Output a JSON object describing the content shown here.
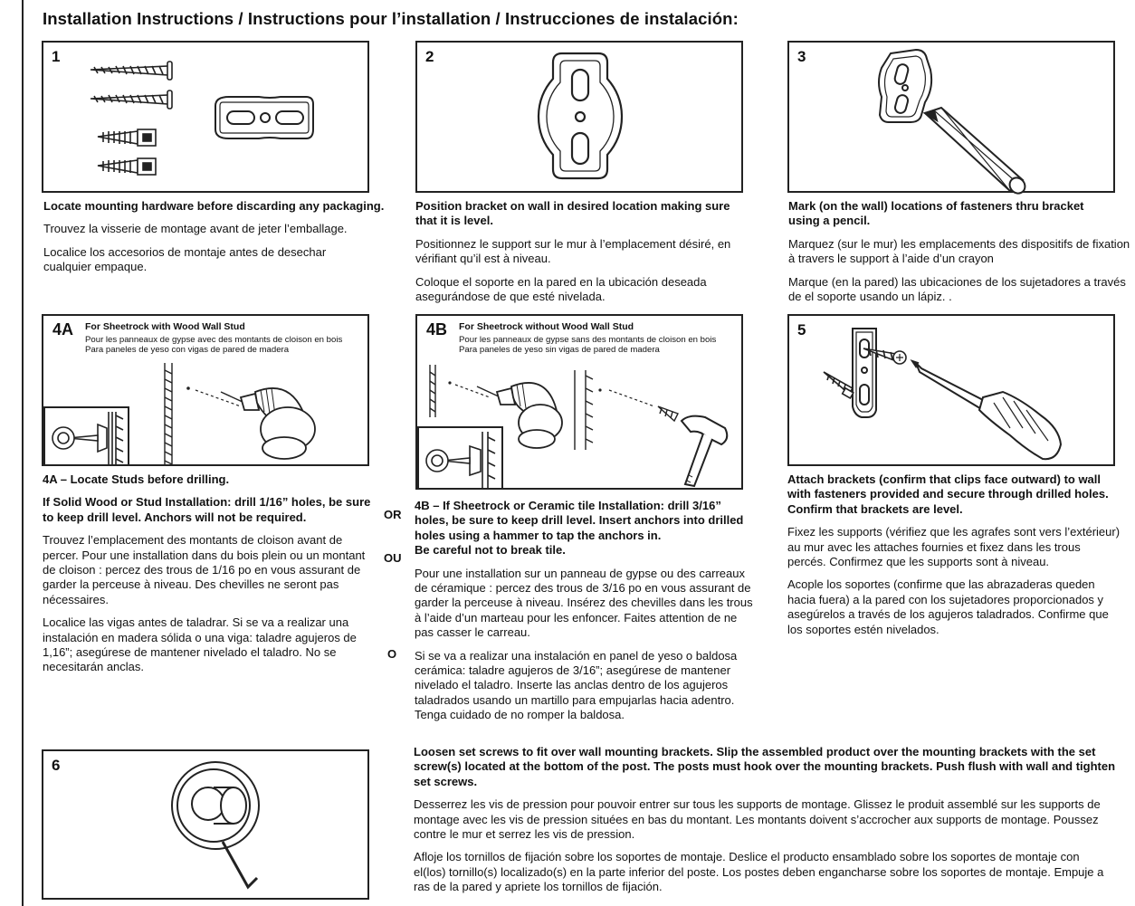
{
  "title": "Installation Instructions / Instructions pour l’installation / Instrucciones de instalación:",
  "panels": {
    "p1": {
      "number": "1"
    },
    "p2": {
      "number": "2"
    },
    "p3": {
      "number": "3"
    },
    "p4a": {
      "number": "4A",
      "title": "For Sheetrock with Wood Wall Stud",
      "sub_fr": "Pour les panneaux de gypse avec des montants de cloison en bois",
      "sub_es": "Para paneles de yeso con vigas de pared de madera"
    },
    "p4b": {
      "number": "4B",
      "title": "For Sheetrock without Wood Wall Stud",
      "sub_fr": "Pour les panneaux de gypse sans des montants de cloison en bois",
      "sub_es": "Para paneles de yeso sin vigas de pared de madera"
    },
    "p5": {
      "number": "5"
    },
    "p6": {
      "number": "6"
    }
  },
  "steps": {
    "s1": {
      "en": "Locate mounting hardware before discarding any packaging.",
      "fr": "Trouvez la visserie de montage avant de jeter l’emballage.",
      "es": "Localice los accesorios de montaje antes de desechar cualquier empaque."
    },
    "s2": {
      "en": "Position bracket on wall in desired location making sure that it is level.",
      "fr": "Positionnez le support sur le mur à l’emplacement désiré, en vérifiant qu’il est à niveau.",
      "es": "Coloque el soporte en la pared en la ubicación deseada asegurándose de que esté nivelada."
    },
    "s3": {
      "en": "Mark (on the wall) locations of fasteners thru bracket using a pencil.",
      "fr": "Marquez (sur le mur) les emplacements des dispositifs de fixation à travers le support à l’aide d’un crayon",
      "es": "Marque (en la pared) las ubicaciones de los sujetadores a través de el soporte usando un lápiz. ."
    },
    "s4a": {
      "head": "4A – Locate Studs before drilling.",
      "en": "If Solid Wood or Stud Installation: drill 1/16” holes, be sure to keep drill level. Anchors will not be required.",
      "fr": "Trouvez l’emplacement des montants de cloison avant de percer. Pour une installation dans du bois plein ou un montant de cloison : percez des trous de 1/16 po en vous assurant de garder la perceuse à niveau. Des chevilles ne seront pas nécessaires.",
      "es": "Localice las vigas antes de taladrar. Si se va a realizar una instalación en madera sólida o una viga: taladre agujeros de 1,16”; asegúrese de mantener nivelado el taladro. No se necesitarán anclas."
    },
    "or": {
      "en": "OR",
      "fr": "OU",
      "es": "O"
    },
    "s4b": {
      "en": "4B – If Sheetrock or Ceramic tile Installation: drill 3/16” holes, be sure to keep drill level. Insert anchors into drilled holes using a hammer to tap the anchors in.",
      "en2": "Be careful not to break tile.",
      "fr": "Pour une installation sur un panneau de gypse ou des carreaux de céramique : percez des trous de 3/16 po en vous assurant de garder la perceuse à niveau. Insérez des chevilles dans les trous à l’aide d’un marteau pour les enfoncer. Faites attention de ne pas casser le carreau.",
      "es": "Si se va a realizar una instalación en panel de yeso o baldosa cerámica: taladre agujeros de 3/16”; asegúrese de mantener nivelado el taladro. Inserte las anclas dentro de los agujeros taladrados usando un martillo para empujarlas hacia adentro. Tenga cuidado de no romper la baldosa."
    },
    "s5": {
      "en": "Attach brackets (confirm that clips face outward) to wall with fasteners provided and secure through drilled holes. Confirm that brackets are level.",
      "fr": "Fixez les supports (vérifiez que les agrafes sont vers l’extérieur) au mur avec les attaches fournies et fixez dans les trous percés.  Confirmez que les supports sont à niveau.",
      "es": "Acople los soportes (confirme que las abrazaderas queden hacia fuera) a la pared con los sujetadores proporcionados y asegúrelos a través de los agujeros taladrados. Confirme que los soportes estén nivelados."
    },
    "s6": {
      "en": "Loosen set screws to fit over wall mounting brackets. Slip the assembled product over the mounting brackets with the set screw(s) located at the bottom of the post. The posts must hook over the mounting brackets. Push flush with wall and tighten set screws.",
      "fr": "Desserrez les vis de pression pour pouvoir entrer sur tous les supports de montage.  Glissez le produit assemblé sur les supports de montage avec les vis de pression situées en bas du montant.  Les montants doivent s’accrocher aux supports de montage.  Poussez contre le mur et serrez les vis de pression.",
      "es": "Afloje los tornillos de fijación sobre los soportes de montaje. Deslice el producto ensamblado sobre los soportes de montaje con el(los) tornillo(s) localizado(s) en la parte inferior del poste. Los postes deben engancharse sobre los soportes de montaje. Empuje a ras de la pared y apriete los tornillos de fijación."
    }
  }
}
